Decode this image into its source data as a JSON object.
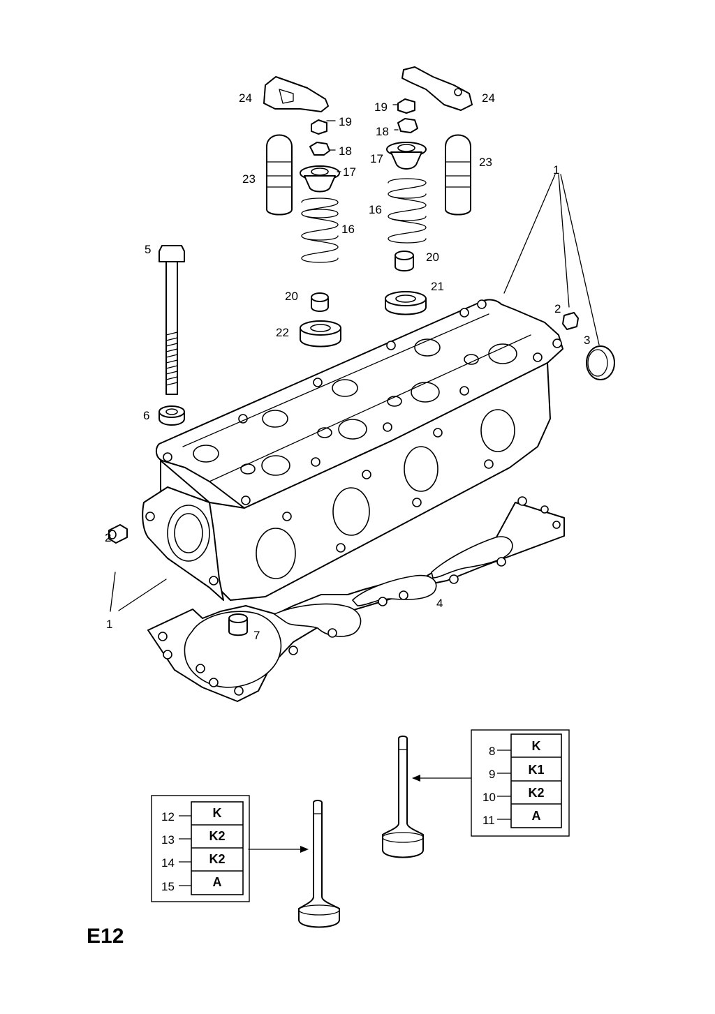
{
  "diagram_id": "E12",
  "callouts": {
    "c24a": "24",
    "c24b": "24",
    "c19a": "19",
    "c19b": "19",
    "c18a": "18",
    "c18b": "18",
    "c17a": "17",
    "c17b": "17",
    "c23a": "23",
    "c23b": "23",
    "c16a": "16",
    "c16b": "16",
    "c20a": "20",
    "c20b": "20",
    "c21": "21",
    "c22": "22",
    "c5": "5",
    "c6": "6",
    "c1a": "1",
    "c1b": "1",
    "c2a": "2",
    "c2b": "2",
    "c3": "3",
    "c4": "4",
    "c7": "7"
  },
  "valve_table_right": [
    {
      "ref": "8",
      "code": "K"
    },
    {
      "ref": "9",
      "code": "K1"
    },
    {
      "ref": "10",
      "code": "K2"
    },
    {
      "ref": "11",
      "code": "A"
    }
  ],
  "valve_table_left": [
    {
      "ref": "12",
      "code": "K"
    },
    {
      "ref": "13",
      "code": "K2"
    },
    {
      "ref": "14",
      "code": "K2"
    },
    {
      "ref": "15",
      "code": "A"
    }
  ]
}
